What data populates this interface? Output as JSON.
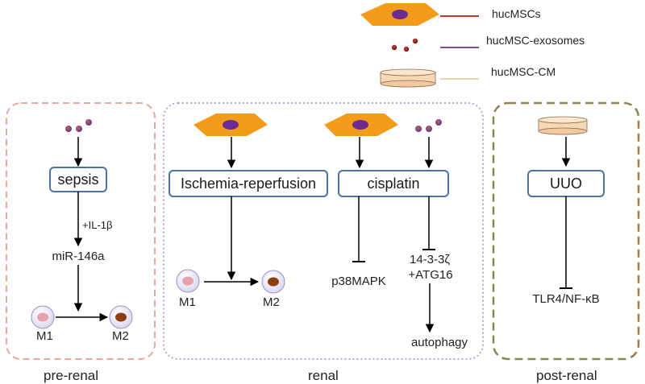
{
  "legend": {
    "cells": "hucMSCs",
    "exosomes": "hucMSC-exosomes",
    "cm": "hucMSC-CM"
  },
  "panels": {
    "pre_renal": "pre-renal",
    "renal": "renal",
    "post_renal": "post-renal"
  },
  "pre_renal": {
    "box": "sepsis",
    "edge": "+IL-1β",
    "mirna": "miR-146a",
    "m1": "M1",
    "m2": "M2"
  },
  "renal": {
    "ischemia_box": "Ischemia-reperfusion",
    "cisplatin_box": "cisplatin",
    "m1": "M1",
    "m2": "M2",
    "p38": "p38MAPK",
    "protein_line1": "14-3-3ζ",
    "protein_line2": "+ATG16",
    "autophagy": "autophagy"
  },
  "post_renal": {
    "box": "UUO",
    "target": "TLR4/NF-κB"
  },
  "colors": {
    "cell_body": "#f39c1b",
    "cell_nucleus": "#6a2c91",
    "exosome_red": "#8b1a1a",
    "exosome_purple": "#7d5aa6",
    "cm_dish": "#f7d7b4",
    "cells_line": "#c0392b",
    "exosome_line": "#7b4f9d",
    "cm_line": "#f5cfa8",
    "pre_border": "#e9a8a0",
    "renal_border": "#b9a6d9",
    "post_border": "#8f8450",
    "box_border": "#4a73a7",
    "m1_nucleus": "#e7a3ad",
    "m2_nucleus": "#8b3e0f"
  }
}
